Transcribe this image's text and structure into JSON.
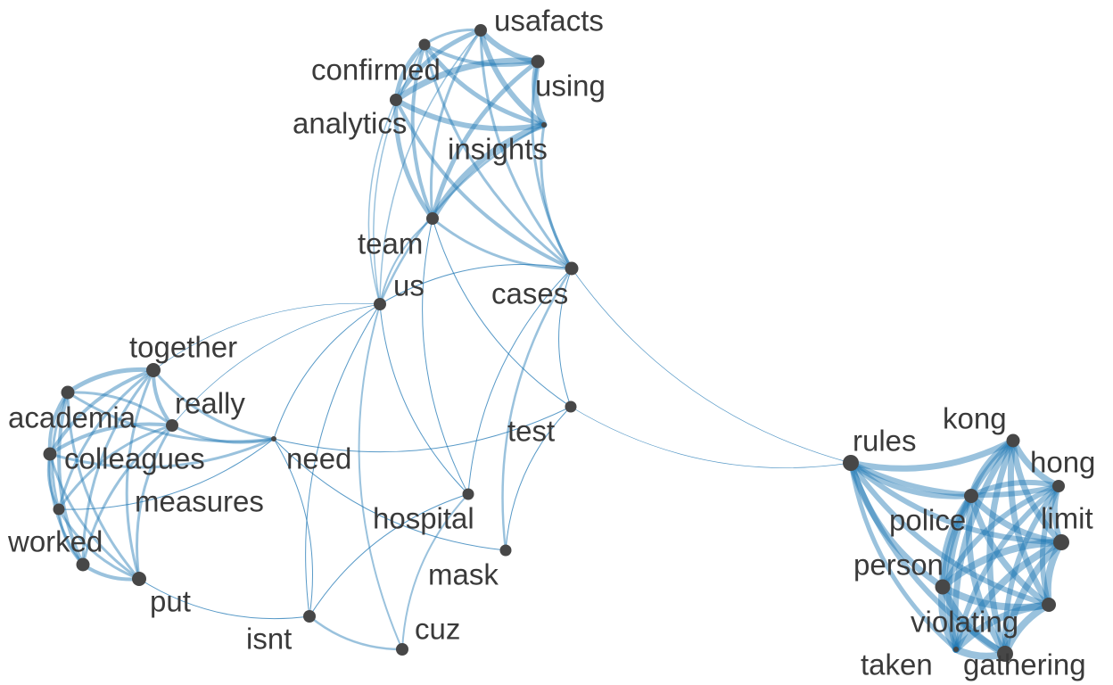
{
  "chart_data": {
    "type": "network",
    "title": "",
    "colors": {
      "edge": "#1f77b4",
      "node": "#474747",
      "label": "#3a3a3a"
    },
    "nodes": [
      {
        "id": "usafacts",
        "label": "usafacts",
        "size": 7
      },
      {
        "id": "confirmed",
        "label": "confirmed",
        "size": 6.5
      },
      {
        "id": "using",
        "label": "using",
        "size": 7.5
      },
      {
        "id": "analytics",
        "label": "analytics",
        "size": 7
      },
      {
        "id": "insights",
        "label": "insights",
        "size": 3
      },
      {
        "id": "team",
        "label": "team",
        "size": 7
      },
      {
        "id": "cases",
        "label": "cases",
        "size": 7.5
      },
      {
        "id": "us",
        "label": "us",
        "size": 7
      },
      {
        "id": "together",
        "label": "together",
        "size": 8
      },
      {
        "id": "really",
        "label": "really",
        "size": 7
      },
      {
        "id": "academia",
        "label": "academia",
        "size": 7.5
      },
      {
        "id": "colleagues",
        "label": "colleagues",
        "size": 7.5
      },
      {
        "id": "measures",
        "label": "measures",
        "size": 6.5
      },
      {
        "id": "worked",
        "label": "worked",
        "size": 7.5
      },
      {
        "id": "put",
        "label": "put",
        "size": 8
      },
      {
        "id": "need",
        "label": "need",
        "size": 3
      },
      {
        "id": "test",
        "label": "test",
        "size": 6.5
      },
      {
        "id": "hospital",
        "label": "hospital",
        "size": 6.5
      },
      {
        "id": "mask",
        "label": "mask",
        "size": 6.5
      },
      {
        "id": "isnt",
        "label": "isnt",
        "size": 7
      },
      {
        "id": "cuz",
        "label": "cuz",
        "size": 7
      },
      {
        "id": "rules",
        "label": "rules",
        "size": 9
      },
      {
        "id": "kong",
        "label": "kong",
        "size": 7.5
      },
      {
        "id": "hong",
        "label": "hong",
        "size": 7
      },
      {
        "id": "police",
        "label": "police",
        "size": 8
      },
      {
        "id": "limit",
        "label": "limit",
        "size": 9
      },
      {
        "id": "person",
        "label": "person",
        "size": 8.5
      },
      {
        "id": "violating",
        "label": "violating",
        "size": 8
      },
      {
        "id": "taken",
        "label": "taken",
        "size": 3
      },
      {
        "id": "gathering",
        "label": "gathering",
        "size": 9
      }
    ],
    "edges": [
      [
        "usafacts",
        "confirmed",
        3
      ],
      [
        "usafacts",
        "using",
        6
      ],
      [
        "usafacts",
        "analytics",
        5
      ],
      [
        "usafacts",
        "insights",
        6
      ],
      [
        "usafacts",
        "team",
        3
      ],
      [
        "usafacts",
        "cases",
        3
      ],
      [
        "usafacts",
        "us",
        1.5
      ],
      [
        "confirmed",
        "using",
        4
      ],
      [
        "confirmed",
        "analytics",
        5
      ],
      [
        "confirmed",
        "insights",
        5
      ],
      [
        "confirmed",
        "team",
        4
      ],
      [
        "confirmed",
        "cases",
        3
      ],
      [
        "confirmed",
        "us",
        1.5
      ],
      [
        "using",
        "analytics",
        7
      ],
      [
        "using",
        "insights",
        7
      ],
      [
        "using",
        "team",
        5
      ],
      [
        "using",
        "cases",
        3
      ],
      [
        "analytics",
        "insights",
        6
      ],
      [
        "analytics",
        "team",
        5
      ],
      [
        "analytics",
        "cases",
        4
      ],
      [
        "analytics",
        "us",
        1.5
      ],
      [
        "insights",
        "team",
        7
      ],
      [
        "insights",
        "cases",
        3
      ],
      [
        "insights",
        "us",
        2.5
      ],
      [
        "team",
        "cases",
        3
      ],
      [
        "team",
        "us",
        2
      ],
      [
        "team",
        "test",
        1
      ],
      [
        "team",
        "hospital",
        1
      ],
      [
        "cases",
        "us",
        1
      ],
      [
        "cases",
        "test",
        1
      ],
      [
        "cases",
        "mask",
        2.5
      ],
      [
        "cases",
        "hospital",
        1
      ],
      [
        "cases",
        "rules",
        0.7
      ],
      [
        "us",
        "need",
        1
      ],
      [
        "us",
        "together",
        0.7
      ],
      [
        "us",
        "really",
        0.7
      ],
      [
        "us",
        "hospital",
        1
      ],
      [
        "us",
        "isnt",
        1
      ],
      [
        "us",
        "cuz",
        2
      ],
      [
        "together",
        "really",
        4
      ],
      [
        "together",
        "academia",
        5
      ],
      [
        "together",
        "colleagues",
        4
      ],
      [
        "together",
        "measures",
        3
      ],
      [
        "together",
        "worked",
        3
      ],
      [
        "together",
        "put",
        3
      ],
      [
        "together",
        "need",
        3
      ],
      [
        "really",
        "academia",
        3
      ],
      [
        "really",
        "colleagues",
        4
      ],
      [
        "really",
        "measures",
        3
      ],
      [
        "really",
        "worked",
        3
      ],
      [
        "really",
        "put",
        3
      ],
      [
        "really",
        "need",
        3
      ],
      [
        "academia",
        "colleagues",
        4
      ],
      [
        "academia",
        "measures",
        3
      ],
      [
        "academia",
        "worked",
        4
      ],
      [
        "academia",
        "put",
        3
      ],
      [
        "academia",
        "need",
        3
      ],
      [
        "colleagues",
        "measures",
        3
      ],
      [
        "colleagues",
        "worked",
        3
      ],
      [
        "colleagues",
        "put",
        3
      ],
      [
        "colleagues",
        "need",
        3
      ],
      [
        "measures",
        "worked",
        3
      ],
      [
        "measures",
        "put",
        3
      ],
      [
        "measures",
        "need",
        1
      ],
      [
        "worked",
        "put",
        4
      ],
      [
        "put",
        "isnt",
        1
      ],
      [
        "need",
        "test",
        1
      ],
      [
        "need",
        "mask",
        1
      ],
      [
        "test",
        "rules",
        0.7
      ],
      [
        "test",
        "mask",
        1
      ],
      [
        "hospital",
        "isnt",
        1
      ],
      [
        "hospital",
        "cuz",
        2
      ],
      [
        "isnt",
        "cuz",
        2.5
      ],
      [
        "isnt",
        "need",
        1
      ],
      [
        "rules",
        "kong",
        7
      ],
      [
        "rules",
        "hong",
        6
      ],
      [
        "rules",
        "police",
        6
      ],
      [
        "rules",
        "limit",
        6
      ],
      [
        "rules",
        "person",
        7
      ],
      [
        "rules",
        "violating",
        6
      ],
      [
        "rules",
        "taken",
        5
      ],
      [
        "rules",
        "gathering",
        6
      ],
      [
        "kong",
        "hong",
        7
      ],
      [
        "kong",
        "police",
        7
      ],
      [
        "kong",
        "limit",
        7
      ],
      [
        "kong",
        "person",
        7
      ],
      [
        "kong",
        "violating",
        7
      ],
      [
        "kong",
        "taken",
        7
      ],
      [
        "kong",
        "gathering",
        7
      ],
      [
        "hong",
        "police",
        6
      ],
      [
        "hong",
        "limit",
        6
      ],
      [
        "hong",
        "person",
        6
      ],
      [
        "hong",
        "violating",
        6
      ],
      [
        "hong",
        "taken",
        6
      ],
      [
        "hong",
        "gathering",
        6
      ],
      [
        "police",
        "limit",
        7
      ],
      [
        "police",
        "person",
        7
      ],
      [
        "police",
        "violating",
        7
      ],
      [
        "police",
        "taken",
        7
      ],
      [
        "police",
        "gathering",
        7
      ],
      [
        "limit",
        "person",
        8
      ],
      [
        "limit",
        "violating",
        8
      ],
      [
        "limit",
        "taken",
        8
      ],
      [
        "limit",
        "gathering",
        8
      ],
      [
        "person",
        "violating",
        8
      ],
      [
        "person",
        "taken",
        8
      ],
      [
        "person",
        "gathering",
        8
      ],
      [
        "violating",
        "taken",
        8
      ],
      [
        "violating",
        "gathering",
        8
      ],
      [
        "taken",
        "gathering",
        8
      ]
    ]
  }
}
